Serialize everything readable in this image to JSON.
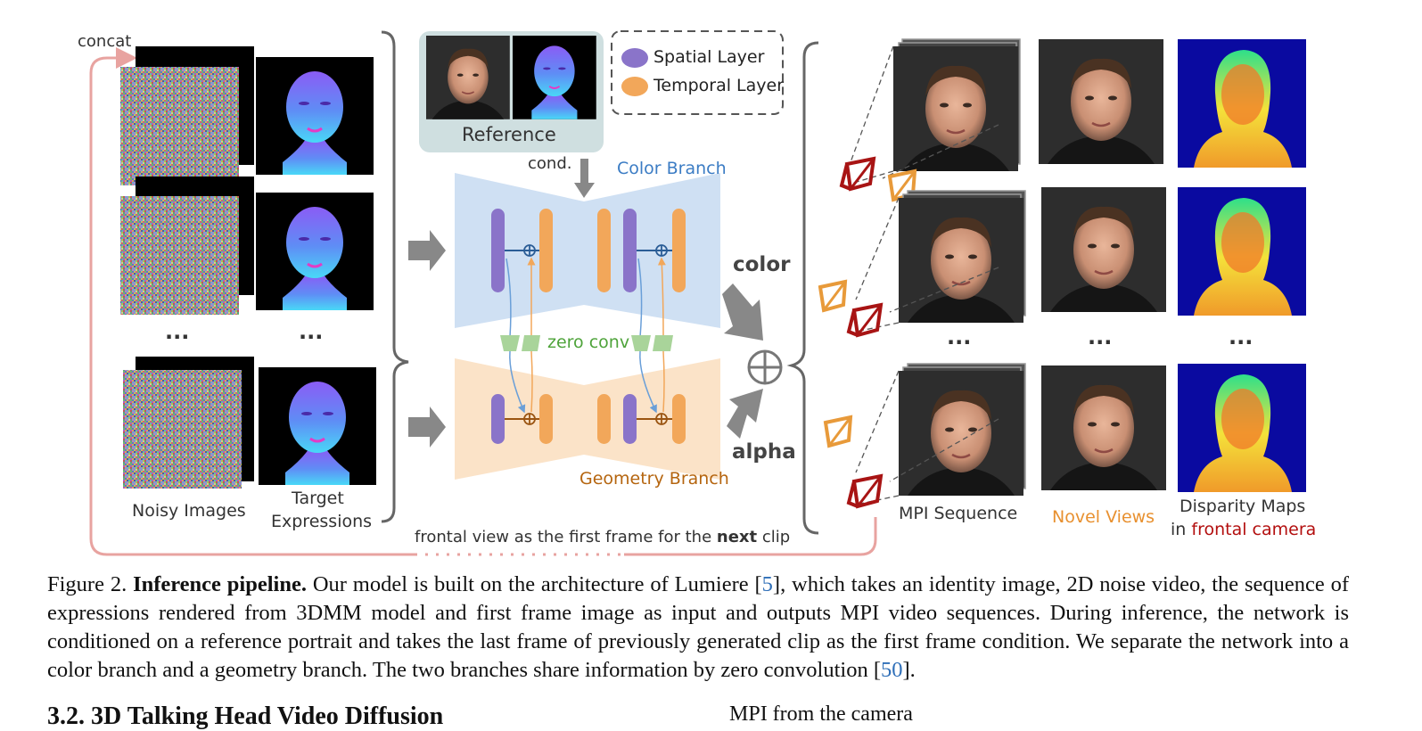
{
  "figure": {
    "labels": {
      "concat": "concat",
      "reference": "Reference",
      "legend_spatial": "Spatial Layer",
      "legend_temporal": "Temporal Layer",
      "cond": "cond.",
      "color_branch": "Color Branch",
      "geometry_branch": "Geometry Branch",
      "zero_conv": "zero conv",
      "color_out": "color",
      "alpha_out": "alpha",
      "noisy_images": "Noisy Images",
      "target_expr_1": "Target",
      "target_expr_2": "Expressions",
      "ellipsis": "...",
      "mpi_sequence": "MPI Sequence",
      "novel_views": "Novel Views",
      "disparity_1": "Disparity Maps",
      "disparity_2_prefix": "in",
      "disparity_2_highlight": "frontal camera",
      "feedback_prefix": "frontal view as the first frame for the",
      "feedback_bold": "next",
      "feedback_suffix": "clip"
    },
    "colors": {
      "spatial": "#8a74c9",
      "temporal": "#f2a75a",
      "color_branch_bg": "#cfe0f3",
      "geometry_branch_bg": "#fbe3c8",
      "zero_conv": "#a9d49a",
      "feedback_arrow": "#e8a3a0",
      "frontal_camera": "#b30f0f",
      "novel_views_text": "#e8902f",
      "color_branch_text": "#3b7cc4",
      "geometry_branch_text": "#b5650f",
      "zero_conv_text": "#4ea33a"
    }
  },
  "caption": {
    "fig_num": "Figure 2.",
    "title": "Inference pipeline.",
    "text_1": " Our model is built on the architecture of Lumiere [",
    "ref_1": "5",
    "text_2": "], which takes an identity image, 2D noise video, the sequence of expressions rendered from 3DMM model and first frame image as input and outputs MPI video sequences. During inference, the network is conditioned on a reference portrait and takes the last frame of previously generated clip as the first frame condition. We separate the network into a color branch and a geometry branch. The two branches share information by zero convolution [",
    "ref_2": "50",
    "text_3": "]."
  },
  "section_heading": "3.2. 3D Talking Head Video Diffusion",
  "next_column_text": "MPI from the camera"
}
